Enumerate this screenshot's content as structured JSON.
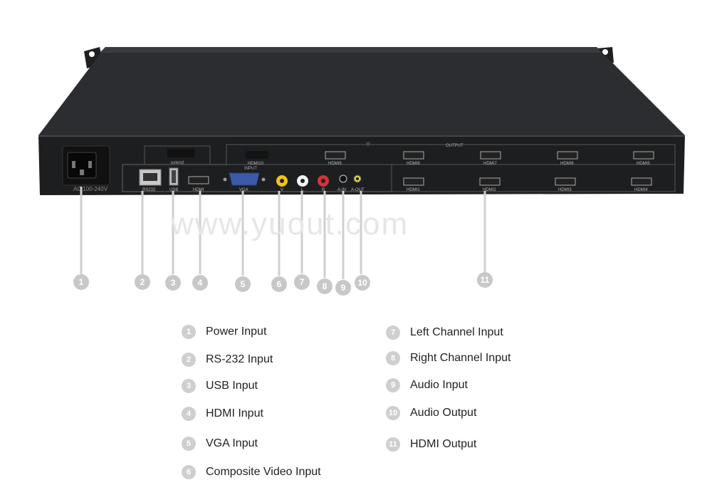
{
  "device": {
    "power_label": "AC 100-240V",
    "extend_label": "extend",
    "input_group_label": "INPUT",
    "output_group_label": "OUTPUT",
    "port_labels": {
      "rs232": "RS232",
      "usb": "USB",
      "hdmi_in": "HDMI",
      "vga": "VGA",
      "video_v": "V",
      "audio_l": "L",
      "audio_r": "R",
      "a_in": "A-IN",
      "a_out": "A-OUT",
      "hdmi10": "HDMI10",
      "hdmi9": "HDMI9",
      "hdmi8": "HDMI8",
      "hdmi7": "HDMI7",
      "hdmi6": "HDMI6",
      "hdmi5": "HDMI5",
      "hdmi1": "HDMI1",
      "hdmi2": "HDMI2",
      "hdmi3": "HDMI3",
      "hdmi4": "HDMI4"
    },
    "colors": {
      "body": "#2a2b2d",
      "video": "#f2c21b",
      "audio_l": "#f4f4f4",
      "audio_r": "#d2343a",
      "vga": "#3c5aa8",
      "a_out": "#d8d43a"
    }
  },
  "watermark": "www.yuout.com",
  "callouts": [
    "1",
    "2",
    "3",
    "4",
    "5",
    "6",
    "7",
    "8",
    "9",
    "10",
    "11"
  ],
  "legend": [
    {
      "num": "1",
      "label": "Power Input"
    },
    {
      "num": "2",
      "label": "RS-232 Input"
    },
    {
      "num": "3",
      "label": "USB Input"
    },
    {
      "num": "4",
      "label": "HDMI Input"
    },
    {
      "num": "5",
      "label": "VGA Input"
    },
    {
      "num": "6",
      "label": "Composite Video Input"
    },
    {
      "num": "7",
      "label": "Left Channel Input"
    },
    {
      "num": "8",
      "label": "Right Channel Input"
    },
    {
      "num": "9",
      "label": "Audio Input"
    },
    {
      "num": "10",
      "label": "Audio Output"
    },
    {
      "num": "11",
      "label": "HDMI Output"
    }
  ]
}
